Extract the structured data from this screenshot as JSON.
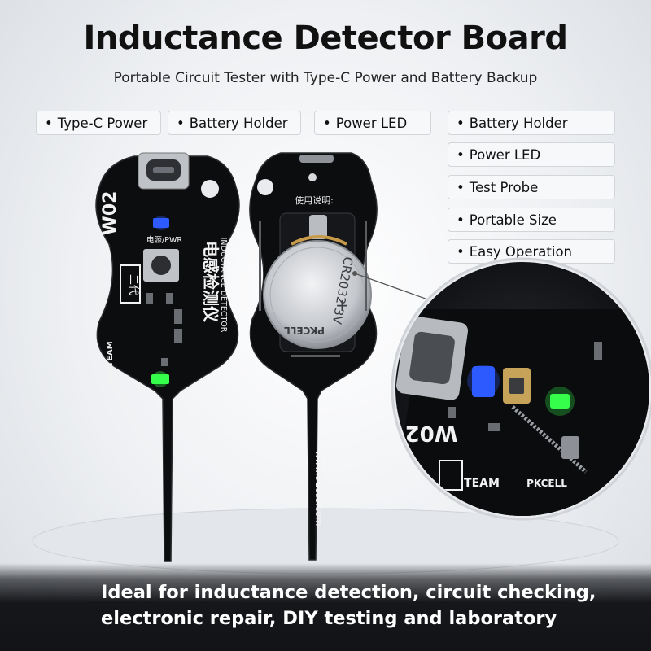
{
  "title": "Inductance Detector Board",
  "subtitle": "Portable Circuit Tester with Type-C Power and Battery Backup",
  "tags_row": [
    {
      "label": "Type-C Power"
    },
    {
      "label": "Battery Holder"
    },
    {
      "label": "Power LED"
    }
  ],
  "tags_column": [
    {
      "label": "Battery Holder"
    },
    {
      "label": "Power LED"
    },
    {
      "label": "Test Probe"
    },
    {
      "label": "Portable Size"
    },
    {
      "label": "Easy Operation"
    }
  ],
  "bullet": "•",
  "board_front": {
    "model": "W02",
    "gen": "二代",
    "led_label": "电源/PWR",
    "name_cn": "电感检测仪",
    "name_en": "INDUCTANCE DETECTOR",
    "brand": "OSS TEAM"
  },
  "board_back": {
    "instructions_title": "使用说明:",
    "battery_model": "CR2032 3V",
    "battery_brand": "PKCELL",
    "website": "www.91oss.com"
  },
  "zoom": {
    "model": "W02",
    "brand": "PKCELL",
    "team": "TEAM"
  },
  "bottom_text": {
    "line1": "Ideal for inductance detection, circuit checking,",
    "line2": "electronic repair, DIY testing and laboratory"
  },
  "colors": {
    "pcb": "#0c0d0f",
    "blue_led": "#2d5bff",
    "green_led": "#37ff4c",
    "battery": "#c9ccd0"
  }
}
